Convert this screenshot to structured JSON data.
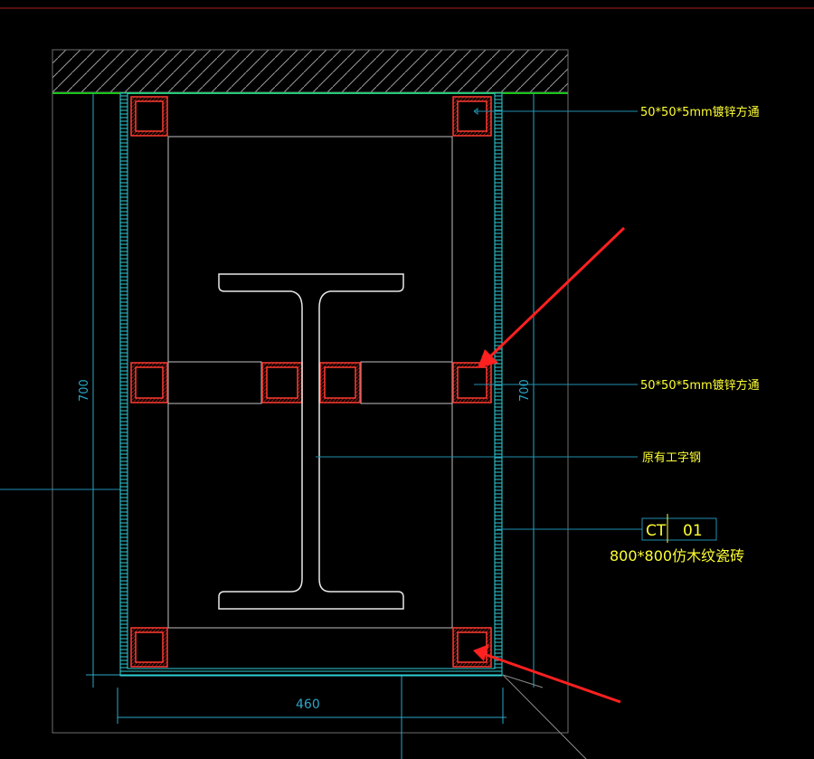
{
  "drawing": {
    "dim_width": "460",
    "dim_height_left": "700",
    "dim_height_right": "700",
    "label_tube_top": "50*50*5mm镀锌方通",
    "label_tube_mid": "50*50*5mm镀锌方通",
    "label_beam": "原有工字钢",
    "tag_code_left": "CT",
    "tag_code_right": "01",
    "label_tile": "800*800仿木纹瓷砖"
  },
  "colors": {
    "background": "#000000",
    "tube_outline": "#ff3b30",
    "hatch": "#8a1a14",
    "cladding": "#2fd1d8",
    "leader": "#1f8fb0",
    "label": "#ffff33",
    "arrow": "#ff2020",
    "slab_line": "#19c419"
  }
}
